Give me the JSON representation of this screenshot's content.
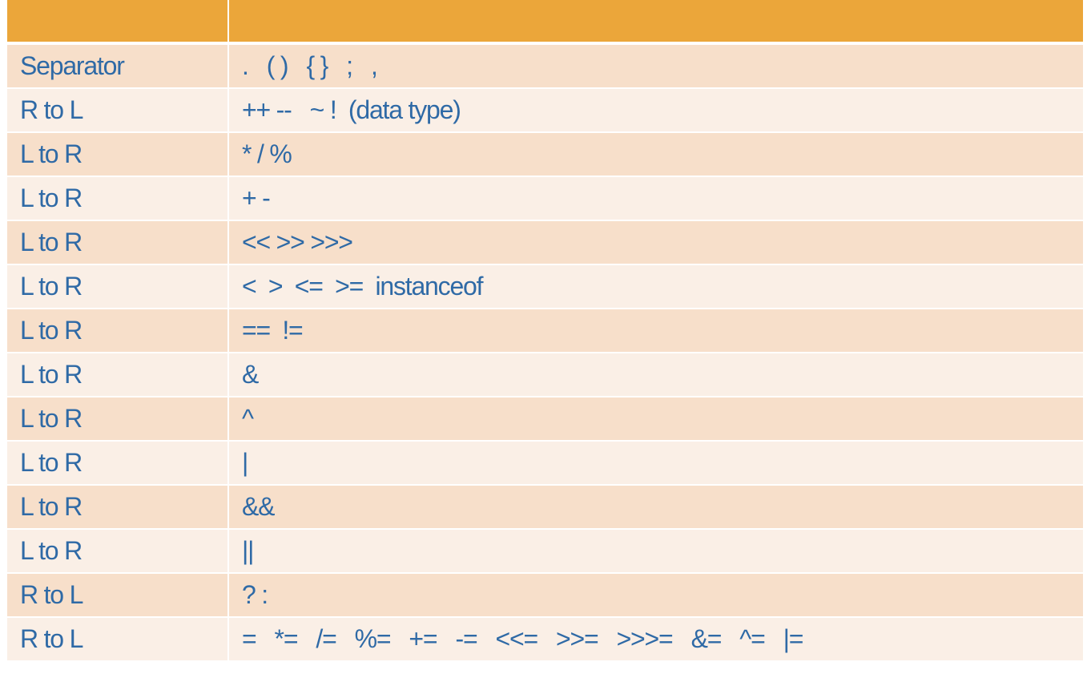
{
  "header": {
    "col1": "",
    "col2": ""
  },
  "rows": [
    {
      "assoc": "Separator",
      "ops": ".   ( )   { }   ;   ,"
    },
    {
      "assoc": "R to L",
      "ops": "++ --   ~ !  (data type)"
    },
    {
      "assoc": "L to R",
      "ops": "* / %"
    },
    {
      "assoc": "L to R",
      "ops": "+ -"
    },
    {
      "assoc": "L to R",
      "ops": "<< >> >>>"
    },
    {
      "assoc": "L to R",
      "ops": "<  >  <=  >=  instanceof"
    },
    {
      "assoc": "L to R",
      "ops": "==  !="
    },
    {
      "assoc": "L to R",
      "ops": "&"
    },
    {
      "assoc": "L to R",
      "ops": "^"
    },
    {
      "assoc": "L to R",
      "ops": "|"
    },
    {
      "assoc": "L to R",
      "ops": "&&"
    },
    {
      "assoc": "L to R",
      "ops": "||"
    },
    {
      "assoc": "R to L",
      "ops": "? :"
    },
    {
      "assoc": "R to L",
      "ops": "=   *=   /=   %=   +=   -=   <<=   >>=   >>>=   &=   ^=   |="
    }
  ],
  "colors": {
    "header": "#eba63a",
    "row_even": "#f7dfca",
    "row_odd": "#faefe6",
    "text": "#2f6aa6"
  }
}
